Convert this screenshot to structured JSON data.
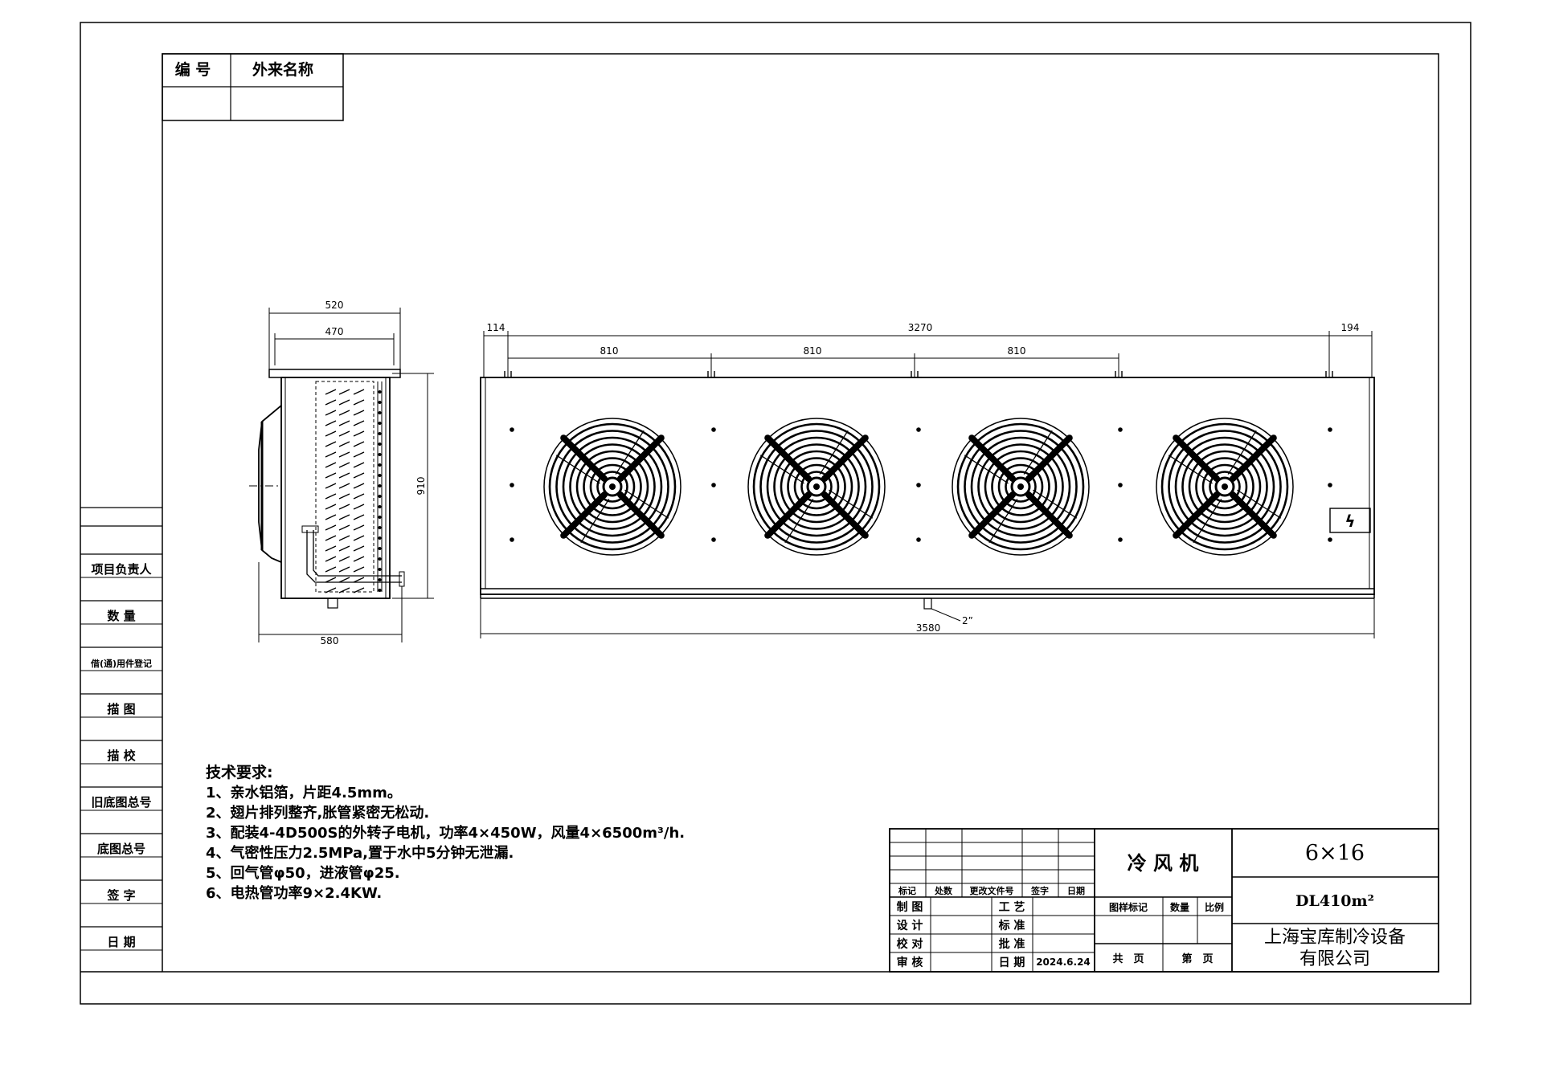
{
  "corner_table": {
    "col1_header": "编 号",
    "col2_header": "外来名称"
  },
  "left_column": {
    "items": [
      "项目负责人",
      "数 量",
      "借(通)用件登记",
      "描 图",
      "描 校",
      "旧底图总号",
      "底图总号",
      "签 字",
      "日 期"
    ]
  },
  "side_view": {
    "dim_top_outer": "520",
    "dim_top_inner": "470",
    "dim_height": "910",
    "dim_bottom": "580"
  },
  "front_view": {
    "dim_left_offset": "114",
    "dim_total_top": "3270",
    "dim_right_offset": "194",
    "dim_spacing": [
      "810",
      "810",
      "810"
    ],
    "dim_total_bottom": "3580",
    "drain_label": "2”",
    "fan_count": 4,
    "electric_symbol": "ϟ"
  },
  "tech_requirements": {
    "title": "技术要求:",
    "lines": [
      "1、亲水铝箔，片距4.5mm。",
      "2、翅片排列整齐,胀管紧密无松动.",
      "3、配装4-4D500S的外转子电机，功率4×450W，风量4×6500m³/h.",
      "4、气密性压力2.5MPa,置于水中5分钟无泄漏.",
      "5、回气管φ50，进液管φ25.",
      "6、电热管功率9×2.4KW."
    ]
  },
  "title_block": {
    "rev_headers": [
      "标记",
      "处数",
      "更改文件号",
      "签字",
      "日期"
    ],
    "roles": [
      "制 图",
      "设 计",
      "校 对",
      "审 核"
    ],
    "roles2": [
      "工 艺",
      "标 准",
      "批 准",
      "日 期"
    ],
    "date": "2024.6.24",
    "product_name": "冷 风 机",
    "spec": "6×16",
    "model": "DL410m²",
    "stage_label": "图样标记",
    "qty_label": "数量",
    "scale_label": "比例",
    "total_label": "共　页",
    "page_label": "第　页",
    "company_line1": "上海宝库制冷设备",
    "company_line2": "有限公司"
  }
}
